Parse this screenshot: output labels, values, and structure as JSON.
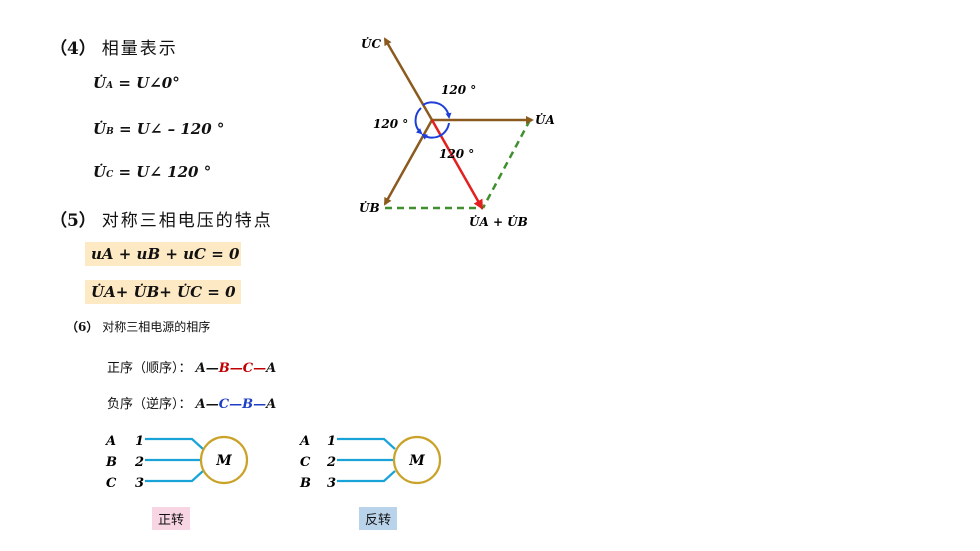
{
  "s4": {
    "num": "（4）",
    "title": "相量表示",
    "eqA_U": "U",
    "eqA_sub": "A",
    "eqA_rhs": "= U∠0°",
    "eqB_U": "U",
    "eqB_sub": "B",
    "eqB_rhs": "= U∠ – 120 °",
    "eqC_U": "U",
    "eqC_sub": "C",
    "eqC_rhs": "= U∠ 120  °"
  },
  "s5": {
    "num": "（5）",
    "title": "对称三相电压的特点",
    "eq1": "uA + uB + uC = 0",
    "eq2": "U̇A+ U̇B+ U̇C = 0"
  },
  "s6": {
    "num": "（6）",
    "title": "对称三相电源的相序",
    "pos_label": "正序（顺序）：",
    "pos_seq": [
      "A—",
      "B—",
      "C—",
      "A"
    ],
    "neg_label": "负序（逆序）：",
    "neg_seq": [
      "A—",
      "C—",
      "B—",
      "A"
    ]
  },
  "phasor": {
    "labels": {
      "UC": "U̇C",
      "UA": "U̇A",
      "UB": "U̇B",
      "sum": "U̇A + U̇B",
      "ang1": "120 °",
      "ang2": "120 °",
      "ang3": "120 °"
    },
    "colors": {
      "phasor": "#8b5a1e",
      "sum": "#e31f1f",
      "arc": "#1d3fd8",
      "dashed": "#3f8f2f"
    }
  },
  "motors": {
    "m1": {
      "rows": [
        "A",
        "B",
        "C"
      ],
      "pins": [
        "1",
        "2",
        "3"
      ],
      "letter": "M",
      "caption": "正转"
    },
    "m2": {
      "rows": [
        "A",
        "C",
        "B"
      ],
      "pins": [
        "1",
        "2",
        "3"
      ],
      "letter": "M",
      "caption": "反转"
    },
    "colors": {
      "wire": "#1aa3d8",
      "motor": "#c9a227"
    }
  }
}
